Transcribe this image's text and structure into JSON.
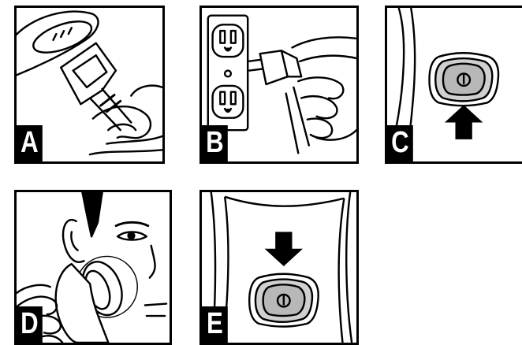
{
  "panels": [
    {
      "letter": "A"
    },
    {
      "letter": "B"
    },
    {
      "letter": "C"
    },
    {
      "letter": "D"
    },
    {
      "letter": "E"
    }
  ],
  "icons": {
    "power_symbol": "power-icon",
    "arrow_up": "arrow-up-icon",
    "arrow_down": "arrow-down-icon"
  },
  "colors": {
    "ink": "#000000",
    "paper": "#ffffff",
    "button_grey": "#b8b8b8"
  }
}
